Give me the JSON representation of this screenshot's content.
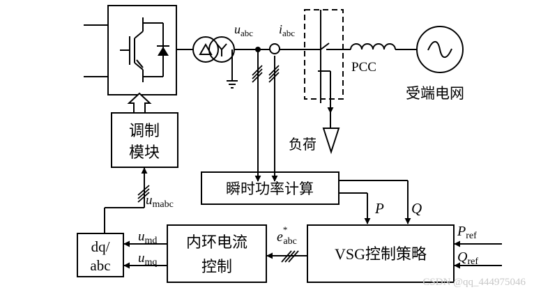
{
  "labels": {
    "uabc": "u",
    "uabc_sub": "abc",
    "iabc": "i",
    "iabc_sub": "abc",
    "pcc": "PCC",
    "grid": "受端电网",
    "load": "负荷",
    "mod_line1": "调制",
    "mod_line2": "模块",
    "umabc": "u",
    "umabc_sub": "mabc",
    "power_calc": "瞬时功率计算",
    "p": "P",
    "q": "Q",
    "vsg": "VSG控制策略",
    "pref": "P",
    "pref_sub": "ref",
    "qref": "Q",
    "qref_sub": "ref",
    "eabc": "e",
    "eabc_sup": "*",
    "eabc_sub": "abc",
    "inner_line1": "内环电流",
    "inner_line2": "控制",
    "umd": "u",
    "umd_sub": "md",
    "umq": "u",
    "umq_sub": "mq",
    "dq_line1": "dq/",
    "dq_line2": "abc"
  },
  "watermark": "CSDN @qq_444975046"
}
